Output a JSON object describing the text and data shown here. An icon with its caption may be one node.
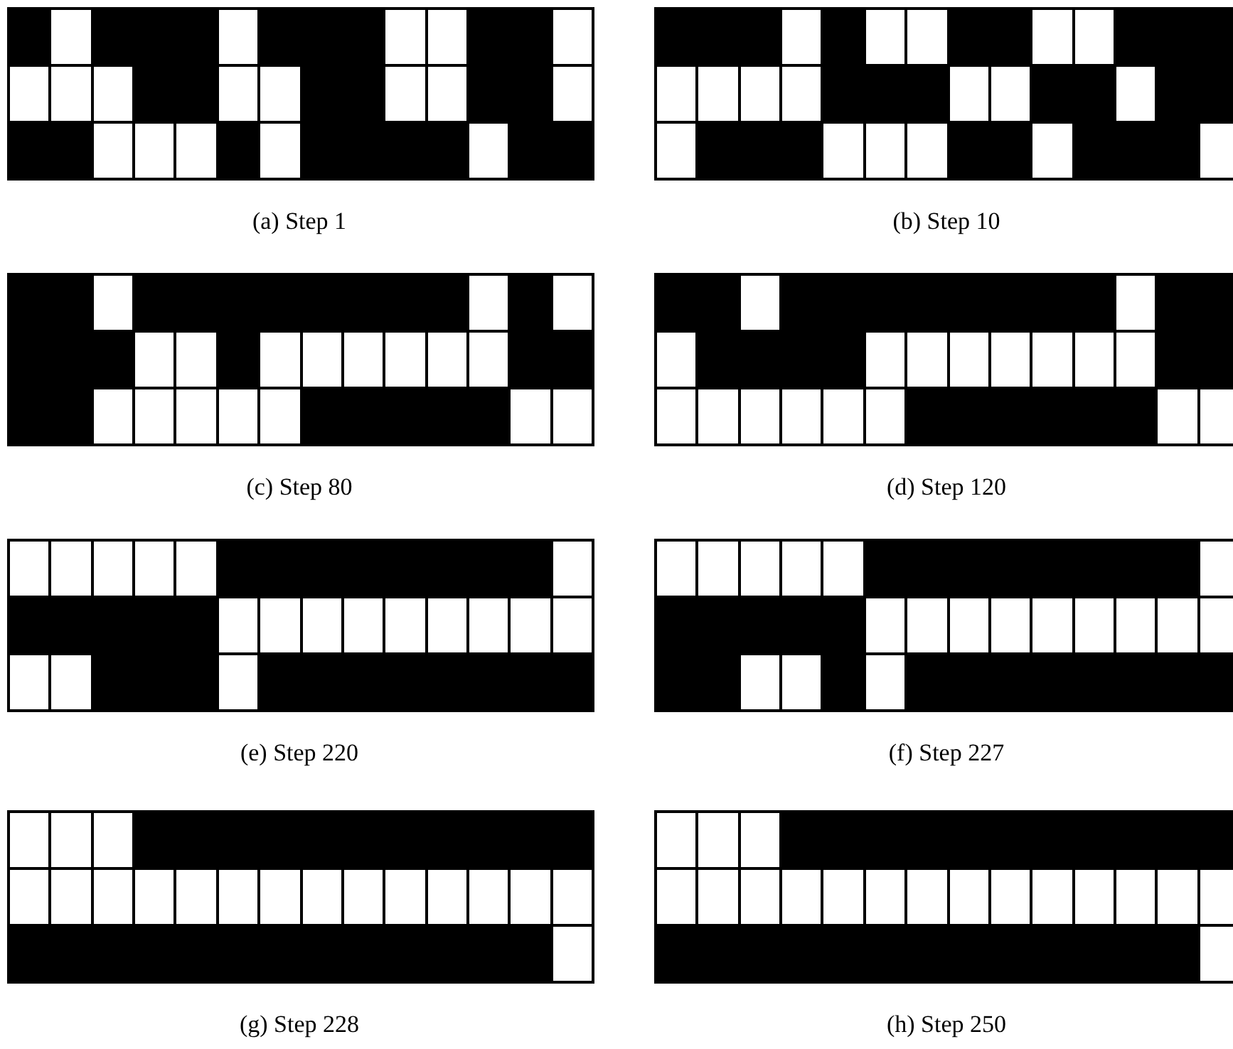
{
  "diagram": {
    "labels": [
      "(a) Step 1",
      "(b) Step 10",
      "(c) Step 80",
      "(d) Step 120",
      "(e) Step 220",
      "(f) Step 227",
      "(g) Step 228",
      "(h) Step 250"
    ]
  }
}
